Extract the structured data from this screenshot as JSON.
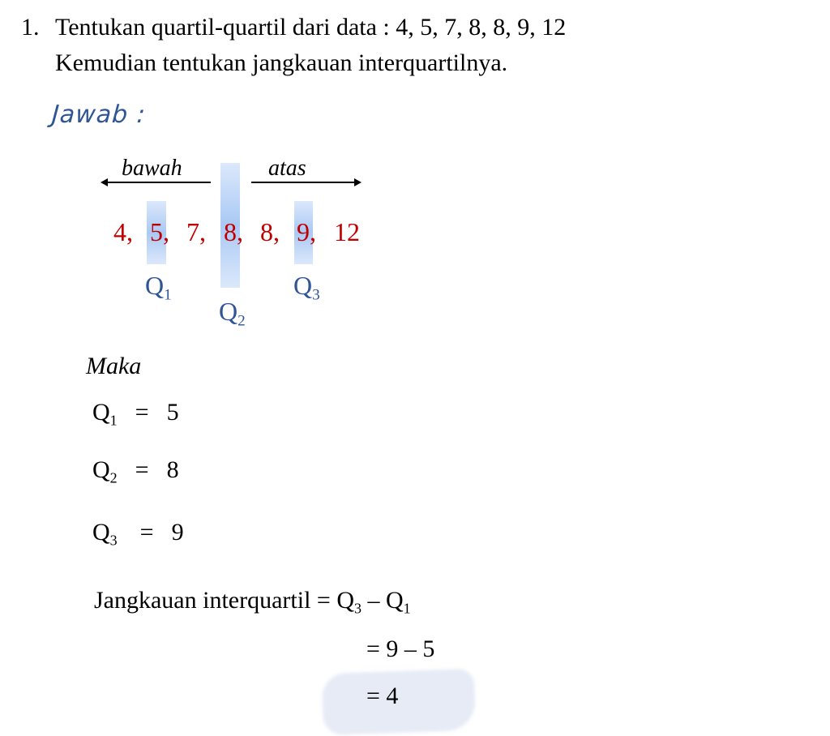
{
  "question": {
    "number": "1.",
    "line1": "Tentukan quartil-quartil dari data : 4, 5, 7, 8, 8, 9, 12",
    "line2": "Kemudian tentukan jangkauan interquartilnya."
  },
  "jawab": "Jawab :",
  "diagram": {
    "lower_label": "bawah",
    "upper_label": "atas",
    "values": [
      "4,",
      "5,",
      "7,",
      "8,",
      "8,",
      "9,",
      "12"
    ],
    "q1": "Q",
    "q2": "Q",
    "q3": "Q",
    "s1": "1",
    "s2": "2",
    "s3": "3"
  },
  "maka": "Maka",
  "results": [
    {
      "q": "Q",
      "sub": "1",
      "eq": "=",
      "val": "5"
    },
    {
      "q": "Q",
      "sub": "2",
      "eq": "=",
      "val": "8"
    },
    {
      "q": "Q",
      "sub": "3",
      "eq": "=",
      "val": "9"
    }
  ],
  "iqr": {
    "label": "Jangkauan interquartil =",
    "q3": "Q",
    "s3": "3",
    "minus": "–",
    "q1": "Q",
    "s1": "1",
    "step1": "=  9 – 5",
    "step2": "=  4"
  }
}
